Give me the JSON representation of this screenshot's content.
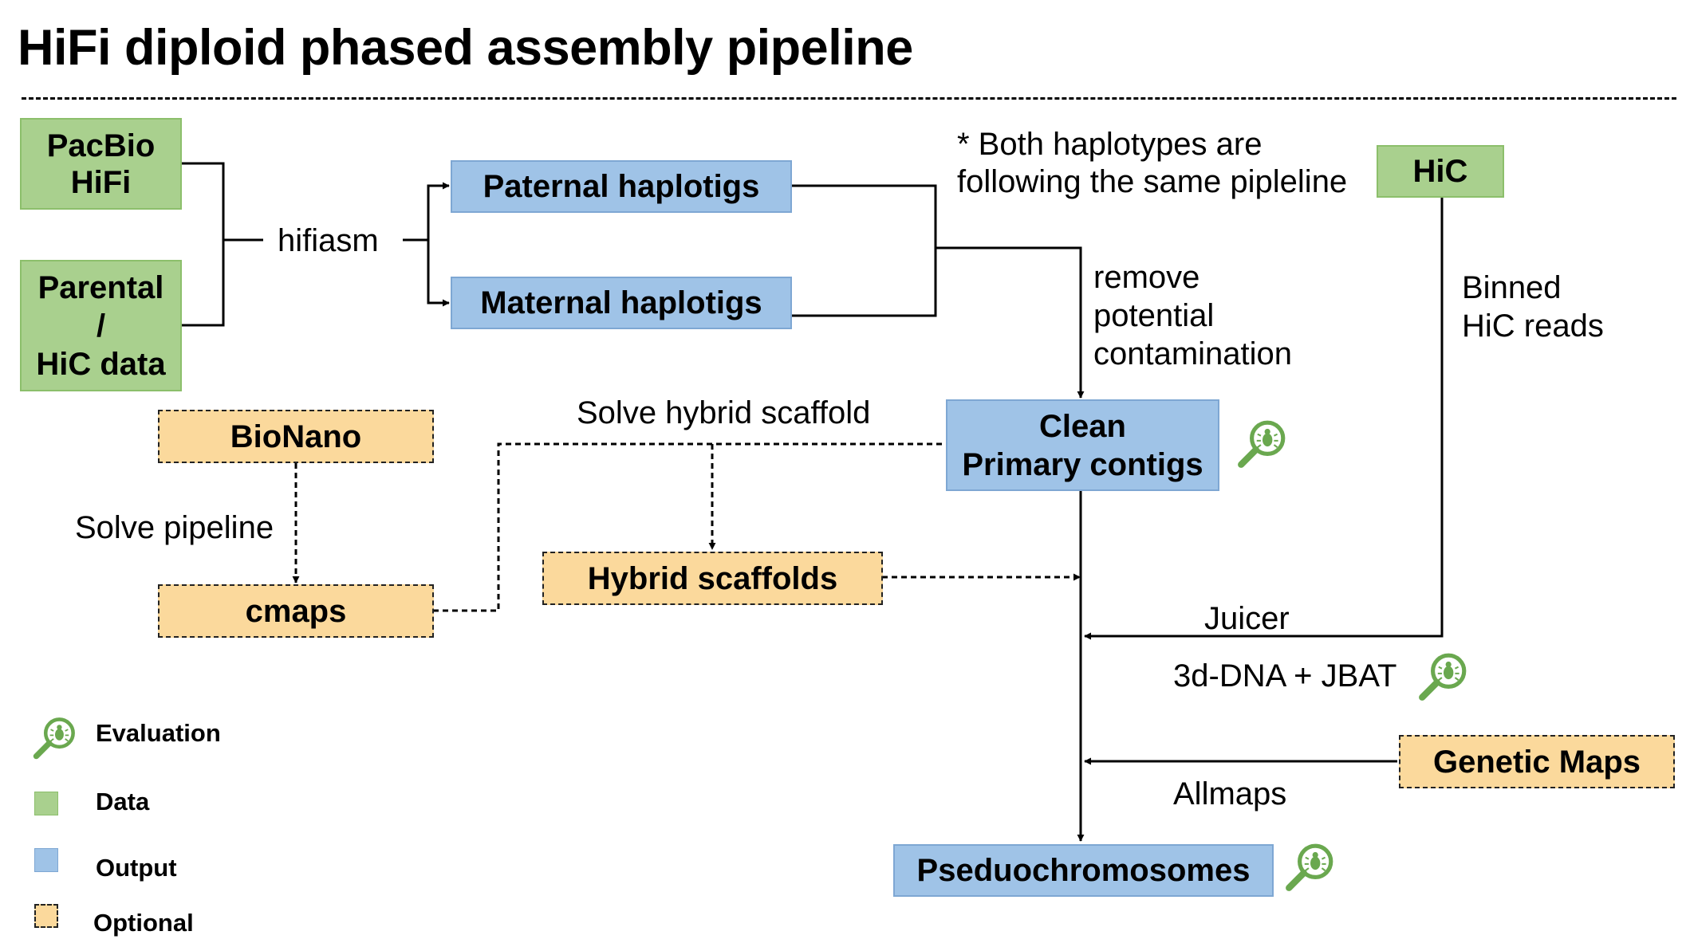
{
  "title": "HiFi diploid phased assembly pipeline",
  "note": {
    "line1": "* Both haplotypes are",
    "line2": "following the same pipleline"
  },
  "nodes": {
    "pacbio_hifi": {
      "line1": "PacBio",
      "line2": "HiFi"
    },
    "parental_hic": {
      "line1": "Parental",
      "line2": "/",
      "line3": "HiC data"
    },
    "paternal": "Paternal haplotigs",
    "maternal": "Maternal haplotigs",
    "hic": "HiC",
    "clean_primary": {
      "line1": "Clean",
      "line2": "Primary contigs"
    },
    "bionano": "BioNano",
    "cmaps": "cmaps",
    "hybrid_scaffolds": "Hybrid scaffolds",
    "genetic_maps": "Genetic Maps",
    "pseudochromosomes": "Pseduochromosomes"
  },
  "edge_labels": {
    "hifiasm": "hifiasm",
    "remove_contamination": {
      "line1": "remove",
      "line2": "potential",
      "line3": "contamination"
    },
    "binned_hic": {
      "line1": "Binned",
      "line2": "HiC reads"
    },
    "solve_hybrid": "Solve hybrid scaffold",
    "solve_pipeline": "Solve pipeline",
    "juicer": "Juicer",
    "dna3d_jbat": "3d-DNA + JBAT",
    "allmaps": "Allmaps"
  },
  "legend": {
    "evaluation": "Evaluation",
    "data": "Data",
    "output": "Output",
    "optional": "Optional"
  },
  "colors": {
    "data": "#a9d08e",
    "output": "#9fc3e7",
    "optional": "#fbd99c",
    "eval_icon": "#6aa84f"
  },
  "icons": [
    "magnifier-bug-icon"
  ]
}
